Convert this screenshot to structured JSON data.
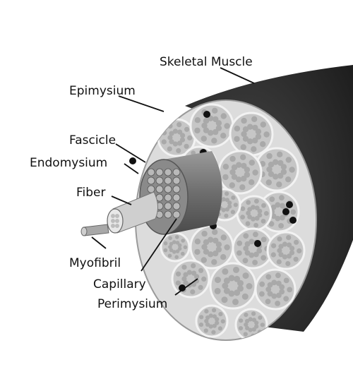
{
  "diagram": {
    "labels": {
      "skeletal_muscle": "Skeletal Muscle",
      "epimysium": "Epimysium",
      "fascicle": "Fascicle",
      "endomysium": "Endomysium",
      "fiber": "Fiber",
      "myofibril": "Myofibril",
      "capillary": "Capillary",
      "perimysium": "Perimysium"
    },
    "colors": {
      "muscle_body": "#2b2b2b",
      "cross_section": "#d9d9d9",
      "fascicle_fill": "#c4c4c4",
      "fiber_dot": "#a9a9a9",
      "capillary": "#111111",
      "label_text": "#111111"
    }
  }
}
